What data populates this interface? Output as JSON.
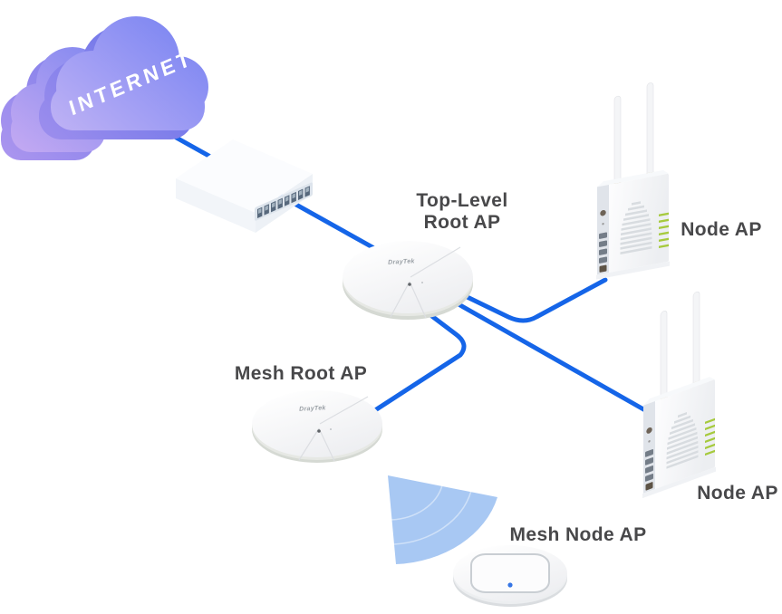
{
  "diagram": {
    "internet_label": "INTERNET",
    "brand": "DrayTek",
    "labels": {
      "top_level_line1": "Top-Level",
      "top_level_line2": "Root AP",
      "node_ap_top": "Node AP",
      "node_ap_bottom": "Node AP",
      "mesh_root": "Mesh Root AP",
      "mesh_node": "Mesh Node AP"
    },
    "colors": {
      "link_line": "#1565e8",
      "label_text": "#48484a",
      "internet_text": "#ffffff",
      "signal_wedge": "#a8c8f3",
      "cloud_gradient_start": "#7b85f2",
      "cloud_gradient_end": "#c2b4f5",
      "led_green": "#a6ca3d",
      "led_blue": "#3575e5",
      "device_white": "#ffffff"
    },
    "nodes": [
      {
        "id": "internet-cloud",
        "type": "cloud",
        "label": "INTERNET"
      },
      {
        "id": "switch",
        "type": "ethernet-switch",
        "ports": 8
      },
      {
        "id": "top-level-root-ap",
        "type": "ceiling-ap",
        "label": "Top-Level Root AP",
        "brand": "DrayTek"
      },
      {
        "id": "node-ap-1",
        "type": "wall-ap",
        "label": "Node AP"
      },
      {
        "id": "node-ap-2",
        "type": "wall-ap",
        "label": "Node AP"
      },
      {
        "id": "mesh-root-ap",
        "type": "ceiling-ap",
        "label": "Mesh Root AP",
        "brand": "DrayTek"
      },
      {
        "id": "mesh-node-ap",
        "type": "ceiling-ap",
        "label": "Mesh Node AP"
      }
    ],
    "links": [
      {
        "from": "internet-cloud",
        "to": "switch",
        "type": "wired"
      },
      {
        "from": "switch",
        "to": "top-level-root-ap",
        "type": "wired"
      },
      {
        "from": "top-level-root-ap",
        "to": "node-ap-1",
        "type": "wired"
      },
      {
        "from": "top-level-root-ap",
        "to": "node-ap-2",
        "type": "wired"
      },
      {
        "from": "top-level-root-ap",
        "to": "mesh-root-ap",
        "type": "wired"
      },
      {
        "from": "mesh-root-ap",
        "to": "mesh-node-ap",
        "type": "wireless"
      }
    ]
  }
}
